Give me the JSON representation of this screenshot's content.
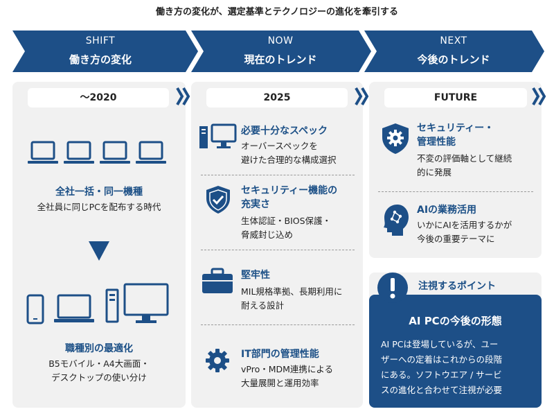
{
  "title": "働き方の変化が、選定基準とテクノロジーの進化を牽引する",
  "colors": {
    "navy": "#1d4f87",
    "accent_blue": "#1b4f86",
    "panel": "#f1f1f1"
  },
  "stages": [
    {
      "top": "SHIFT",
      "main": "働き方の変化"
    },
    {
      "top": "NOW",
      "main": "現在のトレンド"
    },
    {
      "top": "NEXT",
      "main": "今後のトレンド"
    }
  ],
  "col1": {
    "header": "～2020",
    "top_icon": "laptop-icon",
    "top_title": "全社一括・同一機種",
    "top_desc": "全社員に同じPCを配布する時代",
    "bottom_title": "職種別の最適化",
    "bottom_desc_line1": "B5モバイル・A4大画面・",
    "bottom_desc_line2": "デスクトップの使い分け"
  },
  "col2": {
    "header": "2025",
    "items": [
      {
        "icon": "desktop-pc-icon",
        "title": "必要十分なスペック",
        "desc1": "オーバースペックを",
        "desc2": "避けた合理的な構成選択"
      },
      {
        "icon": "shield-check-icon",
        "title1": "セキュリティー機能の",
        "title2": "充実さ",
        "desc1": "生体認証・BIOS保護・",
        "desc2": "脅威封じ込め"
      },
      {
        "icon": "briefcase-icon",
        "title": "堅牢性",
        "desc1": "MIL規格準拠、長期利用に",
        "desc2": "耐える設計"
      },
      {
        "icon": "gear-icon",
        "title": "IT部門の管理性能",
        "desc1": "vPro・MDM連携による",
        "desc2": "大量展開と運用効率"
      }
    ]
  },
  "col3": {
    "header": "FUTURE",
    "items": [
      {
        "icon": "security-gear-shield-icon",
        "title1": "セキュリティー・",
        "title2": "管理性能",
        "desc1": "不変の評価軸として継続",
        "desc2": "的に発展"
      },
      {
        "icon": "ai-head-icon",
        "title": "AIの業務活用",
        "desc1": "いかにAIを活用するかが",
        "desc2": "今後の重要テーマに"
      }
    ]
  },
  "attention": {
    "label": "注視するポイント",
    "heading": "AI PCの今後の形態",
    "body1": "AI PCは登場しているが、ユー",
    "body2": "ザーへの定着はこれからの段階",
    "body3": "にある。ソフトウエア / サービ",
    "body4": "スの進化と合わせて注視が必要"
  }
}
